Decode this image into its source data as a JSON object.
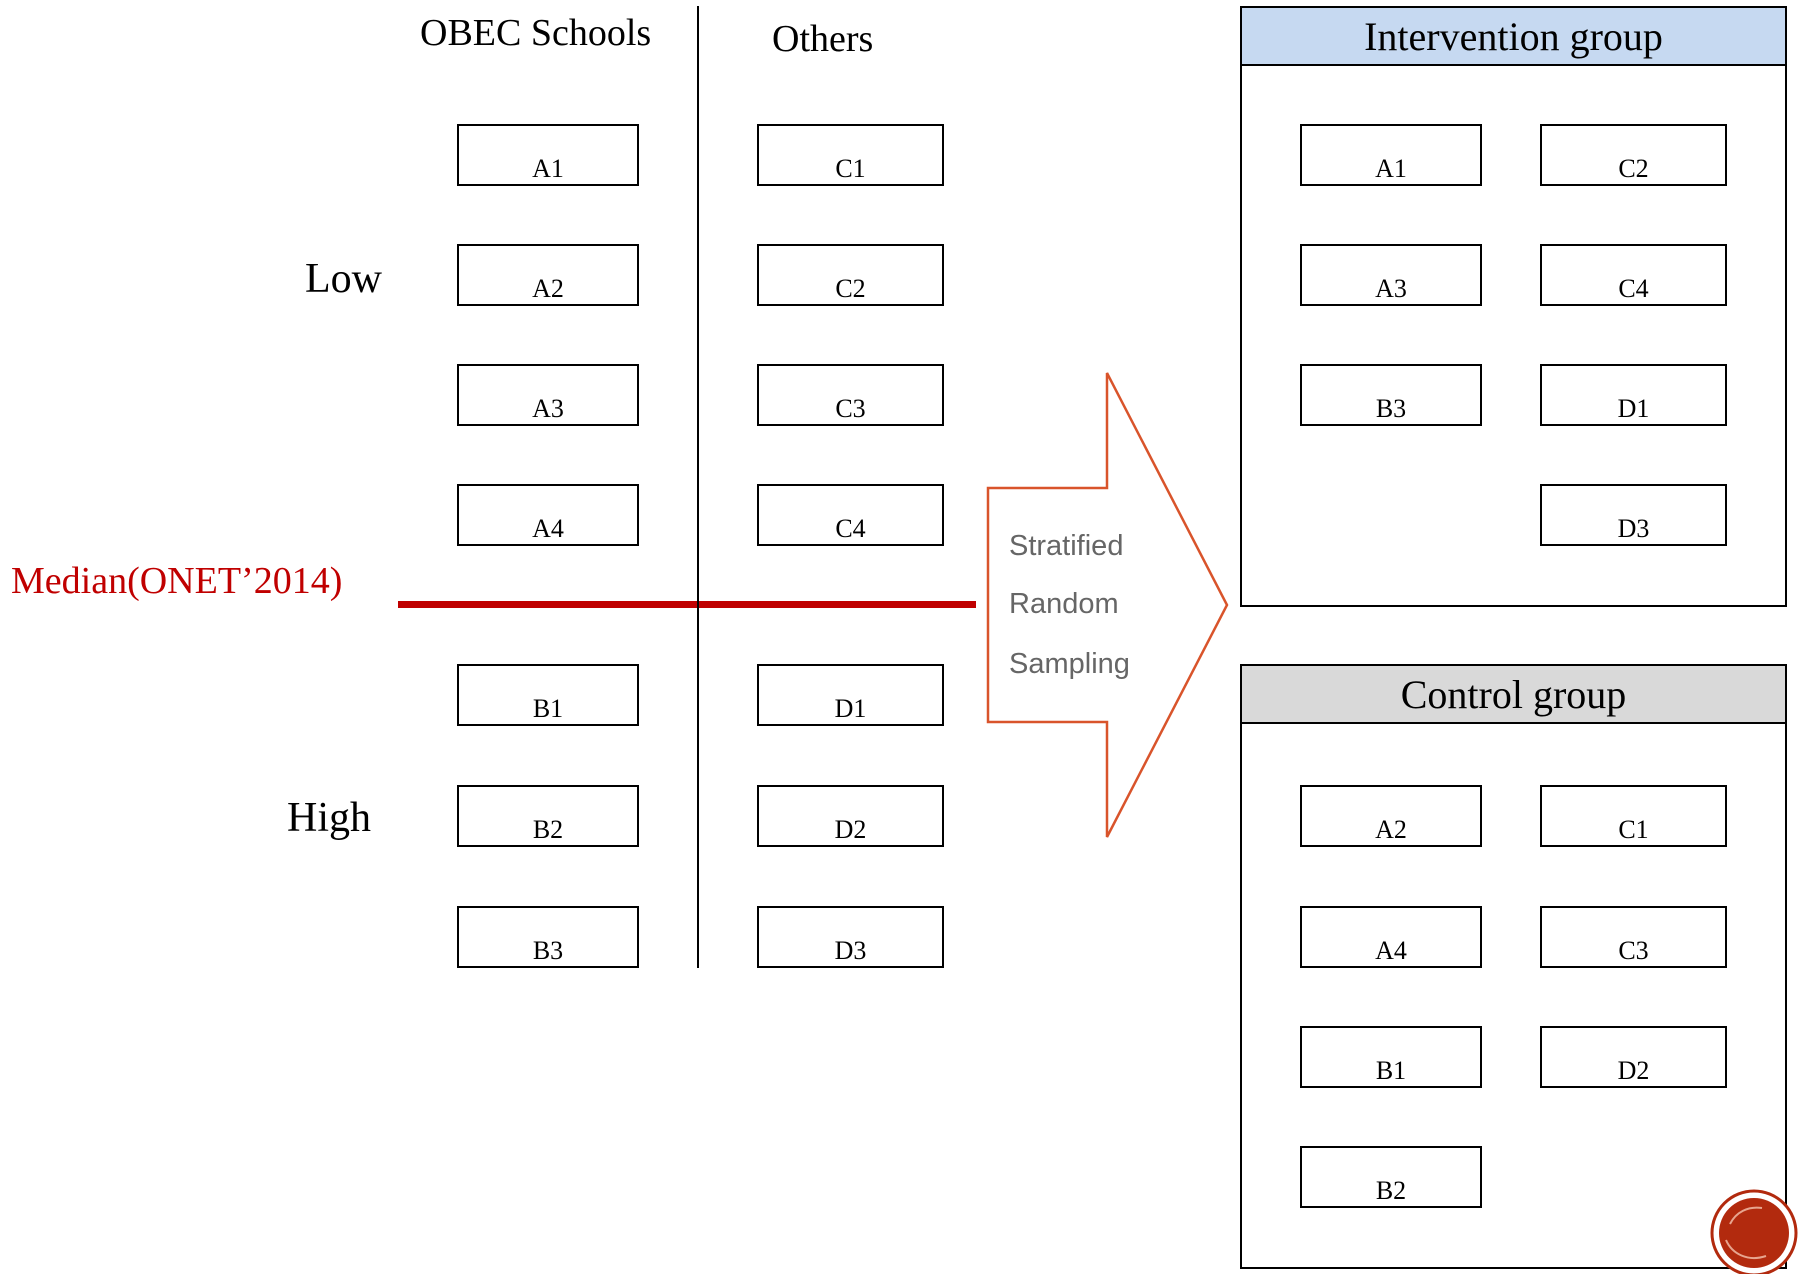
{
  "columns": {
    "obec": "OBEC Schools",
    "others": "Others"
  },
  "rows": {
    "low": "Low",
    "high": "High"
  },
  "median_label": "Median(ONET’2014)",
  "arrow_text": [
    "Stratified",
    "Random",
    "Sampling"
  ],
  "left_boxes": {
    "obec_low": [
      "A1",
      "A2",
      "A3",
      "A4"
    ],
    "others_low": [
      "C1",
      "C2",
      "C3",
      "C4"
    ],
    "obec_high": [
      "B1",
      "B2",
      "B3"
    ],
    "others_high": [
      "D1",
      "D2",
      "D3"
    ]
  },
  "intervention": {
    "title": "Intervention group",
    "left": [
      "A1",
      "A3",
      "B3"
    ],
    "right": [
      "C2",
      "C4",
      "D1",
      "D3"
    ]
  },
  "control": {
    "title": "Control group",
    "left": [
      "A2",
      "A4",
      "B1",
      "B2"
    ],
    "right": [
      "C1",
      "C3",
      "D2"
    ]
  },
  "colors": {
    "median_line": "#c00000",
    "arrow_outline": "#d9542b",
    "intervention_header": "#c6d9f1",
    "control_header": "#d9d9d9",
    "badge": "#b22a0e"
  }
}
